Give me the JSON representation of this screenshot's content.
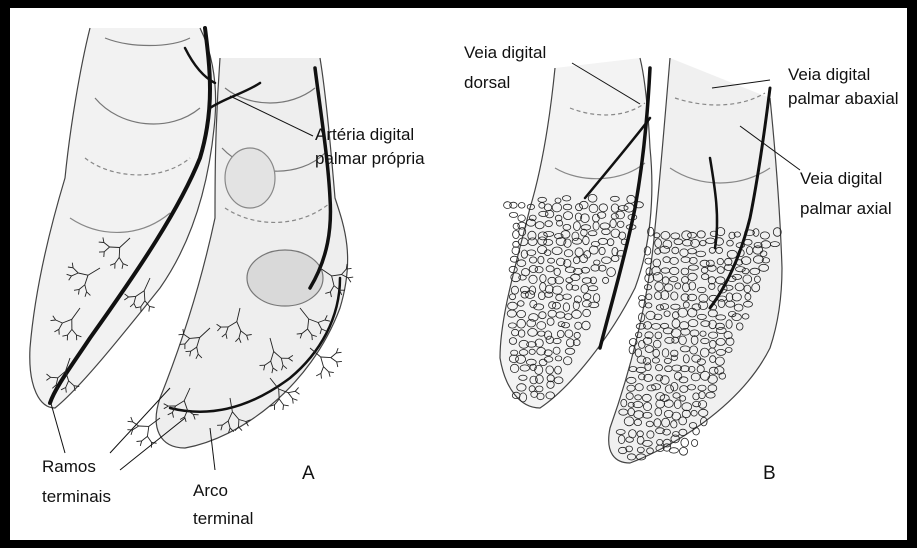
{
  "panels": {
    "a": {
      "letter": "A",
      "labels": {
        "arteria_line1": "Artéria digital",
        "arteria_line2": "palmar própria",
        "ramos_line1": "Ramos",
        "ramos_line2": "terminais",
        "arco_line1": "Arco",
        "arco_line2": "terminal"
      }
    },
    "b": {
      "letter": "B",
      "labels": {
        "dorsal_line1": "Veia digital",
        "dorsal_line2": "dorsal",
        "abaxial_line1": "Veia digital",
        "abaxial_line2": "palmar abaxial",
        "axial_line1": "Veia digital",
        "axial_line2": "palmar axial"
      }
    }
  }
}
